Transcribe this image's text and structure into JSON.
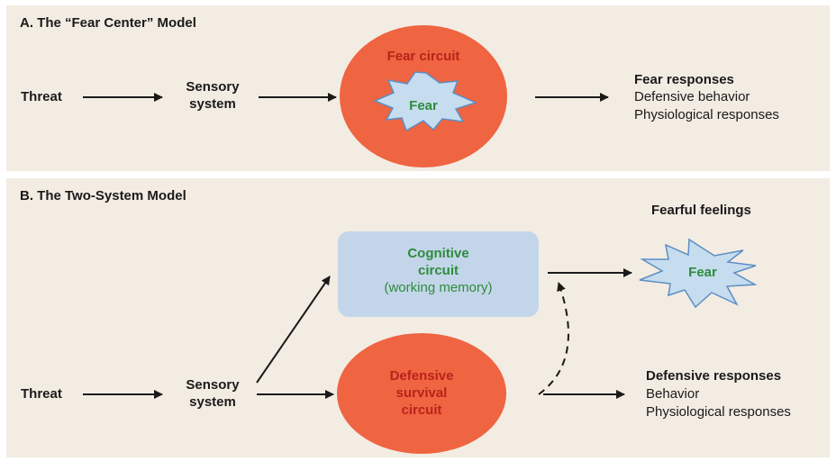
{
  "panel_a": {
    "title": "A. The “Fear Center” Model",
    "threat": "Threat",
    "sensory_line1": "Sensory",
    "sensory_line2": "system",
    "circuit_label": "Fear circuit",
    "fear_label": "Fear",
    "responses_title": "Fear responses",
    "responses_line1": "Defensive behavior",
    "responses_line2": "Physiological responses"
  },
  "panel_b": {
    "title": "B. The Two-System Model",
    "threat": "Threat",
    "sensory_line1": "Sensory",
    "sensory_line2": "system",
    "cognitive_line1": "Cognitive",
    "cognitive_line2": "circuit",
    "cognitive_line3": "(working memory)",
    "feelings_title": "Fearful feelings",
    "fear_label": "Fear",
    "survival_line1": "Defensive",
    "survival_line2": "survival",
    "survival_line3": "circuit",
    "responses_title": "Defensive responses",
    "responses_line1": "Behavior",
    "responses_line2": "Physiological responses"
  },
  "colors": {
    "panel_bg": "#f3ece3",
    "circuit_fill": "#ef6441",
    "burst_fill": "#c6dcef",
    "burst_stroke": "#5b8ec4",
    "cognitive_box": "#c3d6e9",
    "label_green": "#2e8b3e",
    "label_red": "#b8231b"
  }
}
